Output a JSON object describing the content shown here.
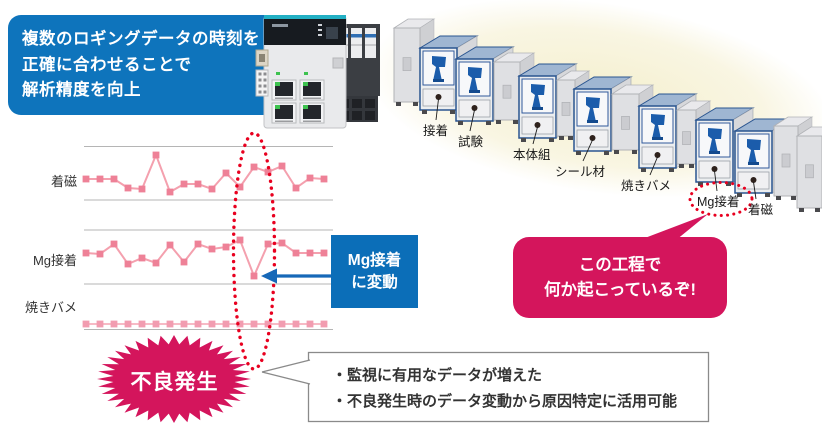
{
  "banner": {
    "line1": "複数のロギングデータの時刻を",
    "line2": "正確に合わせることで",
    "line3": "解析精度を向上",
    "bg_color": "#0e74bc",
    "text_color": "#ffffff"
  },
  "production_line": {
    "machines": [
      {
        "label": "接着"
      },
      {
        "label": "試験"
      },
      {
        "label": "本体組"
      },
      {
        "label": "シール材"
      },
      {
        "label": "焼きバメ"
      },
      {
        "label": "Mg接着"
      },
      {
        "label": "着磁"
      }
    ],
    "highlighted_machine": "Mg接着"
  },
  "chart_data": {
    "type": "line",
    "title": "",
    "x": [
      1,
      2,
      3,
      4,
      5,
      6,
      7,
      8,
      9,
      10,
      11,
      12,
      13,
      14,
      15,
      16,
      17,
      18
    ],
    "series": [
      {
        "name": "着磁",
        "values": [
          0,
          0,
          0,
          -9,
          -10,
          24,
          -13,
          -5,
          -5,
          -10,
          6,
          -8,
          12,
          7,
          13,
          -9,
          1,
          0
        ],
        "line_color": "#f4a0ae",
        "marker_color": "#ee8197"
      },
      {
        "name": "Mg接着",
        "values": [
          0,
          -1,
          9,
          -11,
          -5,
          -10,
          8,
          -9,
          9,
          4,
          6,
          13,
          -23,
          9,
          10,
          0,
          0,
          0
        ],
        "line_color": "#f4a0ae",
        "marker_color": "#ee8197",
        "annotation": "large dip at point 13 (highlighted by dotted ellipse)"
      },
      {
        "name": "焼きバメ",
        "values": [
          0,
          0,
          0,
          0,
          0,
          0,
          0,
          0,
          0,
          0,
          0,
          0,
          0,
          0,
          0,
          0,
          0,
          0
        ],
        "line_color": "#f7bac5",
        "marker_color": "#f29cb0"
      }
    ],
    "units": "relative variation (illustrative; no numeric axis shown)",
    "grid": true,
    "legend_position": "row labels at left",
    "highlight": "dotted red ellipse over points 12-13 spanning all three rows"
  },
  "callout_variation": {
    "line1": "Mg接着",
    "line2": "に変動",
    "bg_color": "#0b6eb8"
  },
  "speech_bubble": {
    "line1": "この工程で",
    "line2": "何か起こっているぞ!",
    "bg_color": "#d4155c"
  },
  "defect_burst": {
    "label": "不良発生",
    "bg_color": "#d4155c"
  },
  "notes_box": {
    "bullet1": "・監視に有用なデータが増えた",
    "bullet2": "・不良発生時のデータ変動から原因特定に活用可能"
  },
  "colors": {
    "accent_blue": "#0e74bc",
    "callout_blue": "#0b6eb8",
    "arrow_blue": "#1668b8",
    "crimson": "#d4155c",
    "alert_red": "#e8001f",
    "line_pink": "#f4a0ae",
    "marker_pink": "#ee8197",
    "grid_gray": "#b5b5b5",
    "machine_top_blue": "#9fb6d2",
    "robot_blue": "#1b5cab"
  }
}
